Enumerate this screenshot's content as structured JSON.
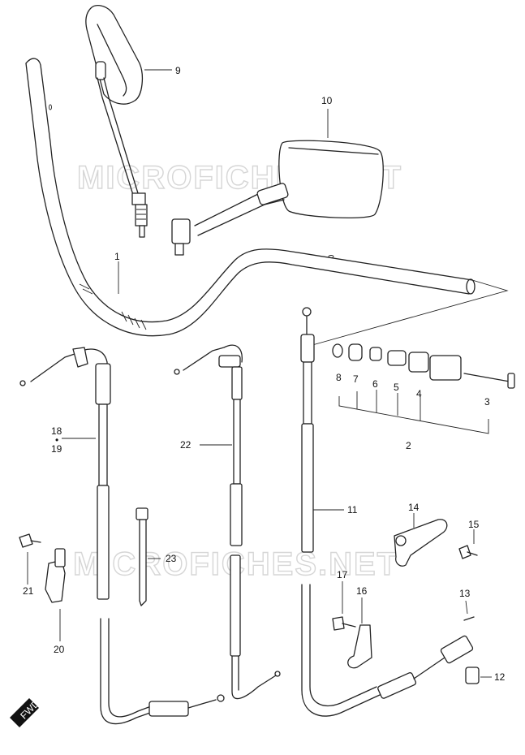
{
  "watermark": {
    "text_top": "MICROFICHES.NET",
    "text_bottom": "MICROFICHES.NET"
  },
  "fwd_badge": "FWD",
  "callouts": {
    "c1": "1",
    "c2": "2",
    "c3": "3",
    "c4": "4",
    "c5": "5",
    "c6": "6",
    "c7": "7",
    "c8": "8",
    "c9": "9",
    "c10": "10",
    "c11": "11",
    "c12": "12",
    "c13": "13",
    "c14": "14",
    "c15": "15",
    "c16": "16",
    "c17": "17",
    "c18": "18",
    "c18_dot": "•",
    "c19": "19",
    "c20": "20",
    "c21": "21",
    "c22": "22",
    "c23": "23"
  }
}
